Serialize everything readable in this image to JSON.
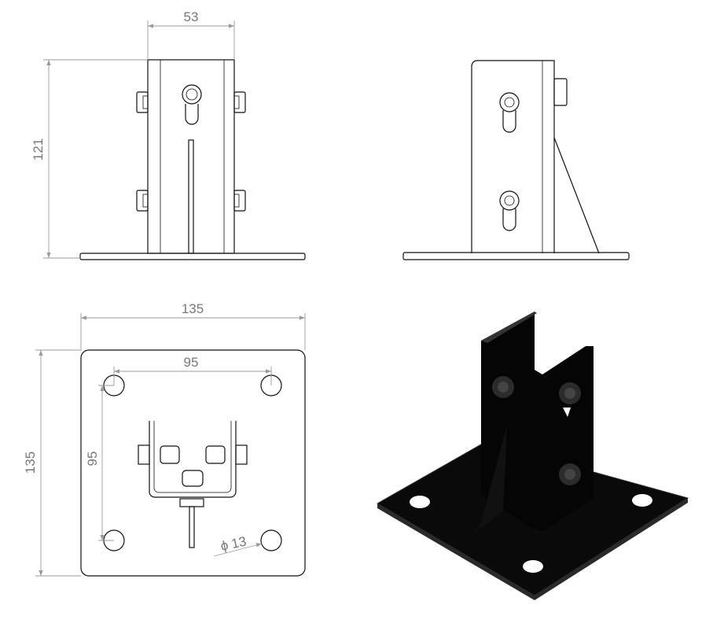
{
  "drawing": {
    "views": [
      "front-view",
      "side-view",
      "top-view",
      "isometric-view"
    ],
    "dimensions": {
      "front_width": "53",
      "front_height": "121",
      "plate_width": "135",
      "plate_depth": "135",
      "hole_spacing_x": "95",
      "hole_spacing_y": "95",
      "hole_diameter": "13",
      "diameter_symbol": "ϕ"
    },
    "colors": {
      "line": "#111111",
      "dimension": "#999999",
      "dim_text": "#777777",
      "part_fill": "#0a0a0a",
      "plate_edge": "#333333"
    }
  }
}
